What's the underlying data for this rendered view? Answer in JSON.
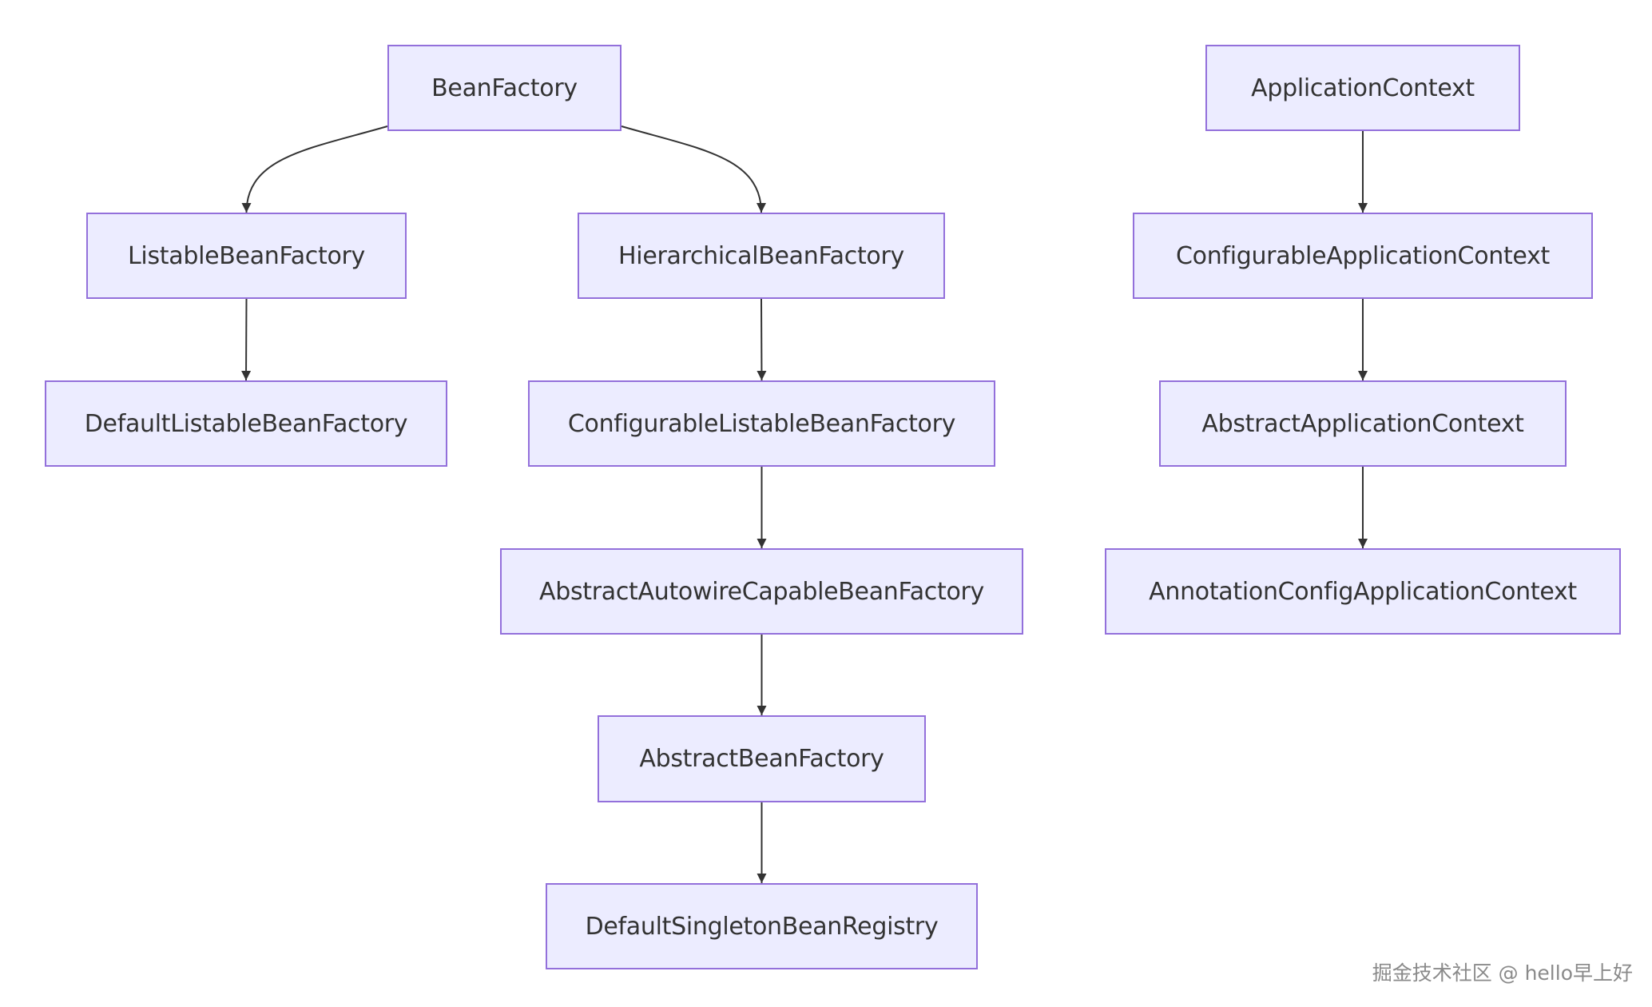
{
  "diagram": {
    "nodes": [
      {
        "id": "BeanFactory",
        "label": "BeanFactory"
      },
      {
        "id": "ListableBeanFactory",
        "label": "ListableBeanFactory"
      },
      {
        "id": "HierarchicalBeanFactory",
        "label": "HierarchicalBeanFactory"
      },
      {
        "id": "DefaultListableBeanFactory",
        "label": "DefaultListableBeanFactory"
      },
      {
        "id": "ConfigurableListableBeanFactory",
        "label": "ConfigurableListableBeanFactory"
      },
      {
        "id": "AbstractAutowireCapableBeanFactory",
        "label": "AbstractAutowireCapableBeanFactory"
      },
      {
        "id": "AbstractBeanFactory",
        "label": "AbstractBeanFactory"
      },
      {
        "id": "DefaultSingletonBeanRegistry",
        "label": "DefaultSingletonBeanRegistry"
      },
      {
        "id": "ApplicationContext",
        "label": "ApplicationContext"
      },
      {
        "id": "ConfigurableApplicationContext",
        "label": "ConfigurableApplicationContext"
      },
      {
        "id": "AbstractApplicationContext",
        "label": "AbstractApplicationContext"
      },
      {
        "id": "AnnotationConfigApplicationContext",
        "label": "AnnotationConfigApplicationContext"
      }
    ],
    "edges": [
      {
        "from": "BeanFactory",
        "to": "ListableBeanFactory"
      },
      {
        "from": "BeanFactory",
        "to": "HierarchicalBeanFactory"
      },
      {
        "from": "ListableBeanFactory",
        "to": "DefaultListableBeanFactory"
      },
      {
        "from": "HierarchicalBeanFactory",
        "to": "ConfigurableListableBeanFactory"
      },
      {
        "from": "ConfigurableListableBeanFactory",
        "to": "AbstractAutowireCapableBeanFactory"
      },
      {
        "from": "AbstractAutowireCapableBeanFactory",
        "to": "AbstractBeanFactory"
      },
      {
        "from": "AbstractBeanFactory",
        "to": "DefaultSingletonBeanRegistry"
      },
      {
        "from": "ApplicationContext",
        "to": "ConfigurableApplicationContext"
      },
      {
        "from": "ConfigurableApplicationContext",
        "to": "AbstractApplicationContext"
      },
      {
        "from": "AbstractApplicationContext",
        "to": "AnnotationConfigApplicationContext"
      }
    ],
    "colors": {
      "node_fill": "#ECECFF",
      "node_border": "#9370DB",
      "edge": "#333333",
      "text": "#333333"
    }
  },
  "watermark": "掘金技术社区 @ hello早上好"
}
